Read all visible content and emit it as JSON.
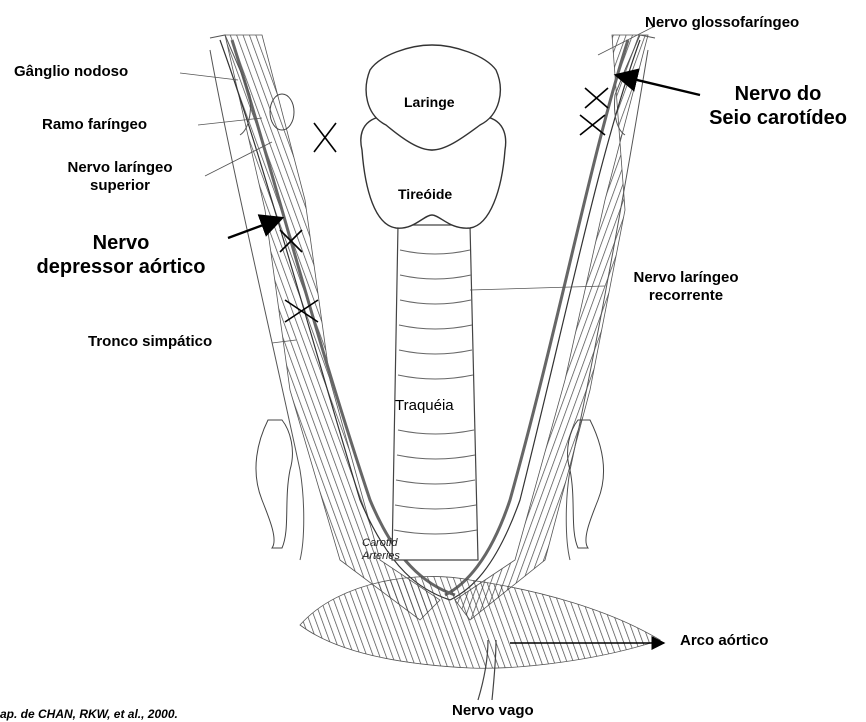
{
  "labels": {
    "ganglio_nodoso": "Gânglio nodoso",
    "ramo_faringeo": "Ramo faríngeo",
    "nervo_laringeo_superior_1": "Nervo laríngeo",
    "nervo_laringeo_superior_2": "superior",
    "nervo_depressor_1": "Nervo",
    "nervo_depressor_2": "depressor aórtico",
    "tronco_simpatico": "Tronco simpático",
    "nervo_glossofaringeo": "Nervo glossofaríngeo",
    "nervo_seio_1": "Nervo do",
    "nervo_seio_2": "Seio carotídeo",
    "nervo_laringeo_recorrente_1": "Nervo laríngeo",
    "nervo_laringeo_recorrente_2": "recorrente",
    "arco_aortico": "Arco aórtico",
    "nervo_vago": "Nervo vago"
  },
  "organs": {
    "laringe": "Laringe",
    "tireoide": "Tireóide",
    "traqueia": "Traquéia",
    "carotid_1": "Carotid",
    "carotid_2": "Arteries"
  },
  "credit": "ap. de CHAN, RKW, et al., 2000."
}
